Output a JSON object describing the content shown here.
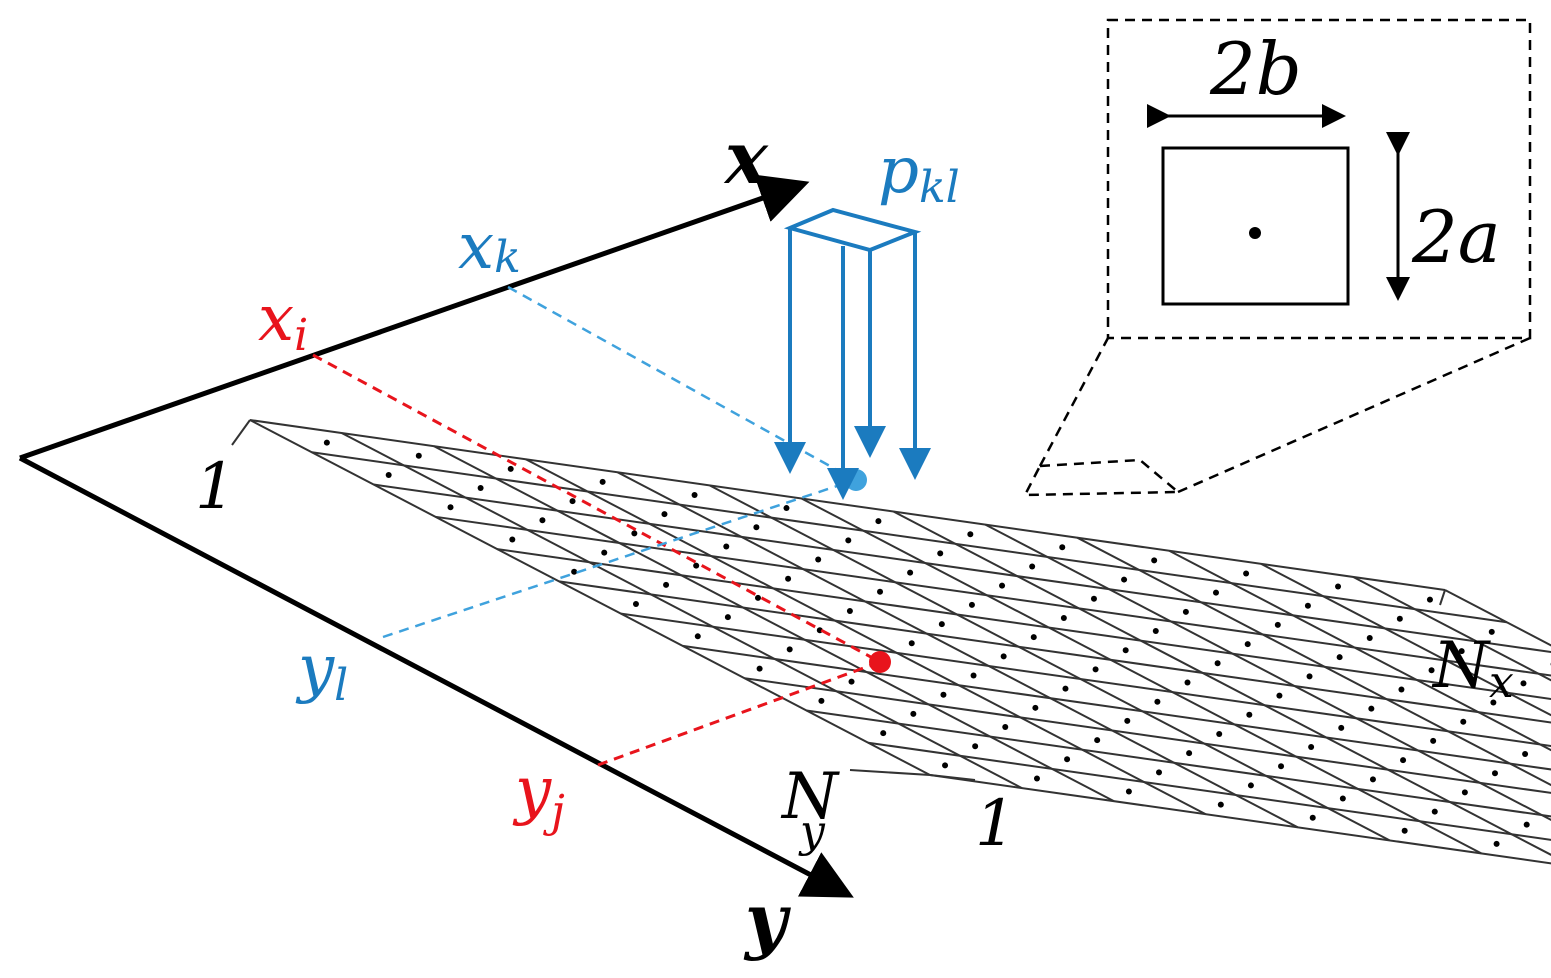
{
  "axes": {
    "x_label": "x",
    "y_label": "y"
  },
  "grid": {
    "columns": 13,
    "rows": 11,
    "x_start_label": "1",
    "x_end_label": "N",
    "x_end_subscript": "x",
    "y_start_label": "1",
    "y_end_label": "N",
    "y_end_subscript": "y"
  },
  "markers": {
    "red": {
      "x_label": "x",
      "x_subscript": "i",
      "y_label": "y",
      "y_subscript": "j"
    },
    "blue": {
      "x_label": "x",
      "x_subscript": "k",
      "y_label": "y",
      "y_subscript": "l"
    }
  },
  "pressure": {
    "label": "p",
    "subscript": "kl"
  },
  "inset": {
    "width_label": "2b",
    "height_label": "2a"
  },
  "colors": {
    "axis": "#000000",
    "grid": "#333333",
    "red": "#e8141c",
    "blue": "#1b7bbf",
    "light_blue": "#3fa2dd"
  }
}
